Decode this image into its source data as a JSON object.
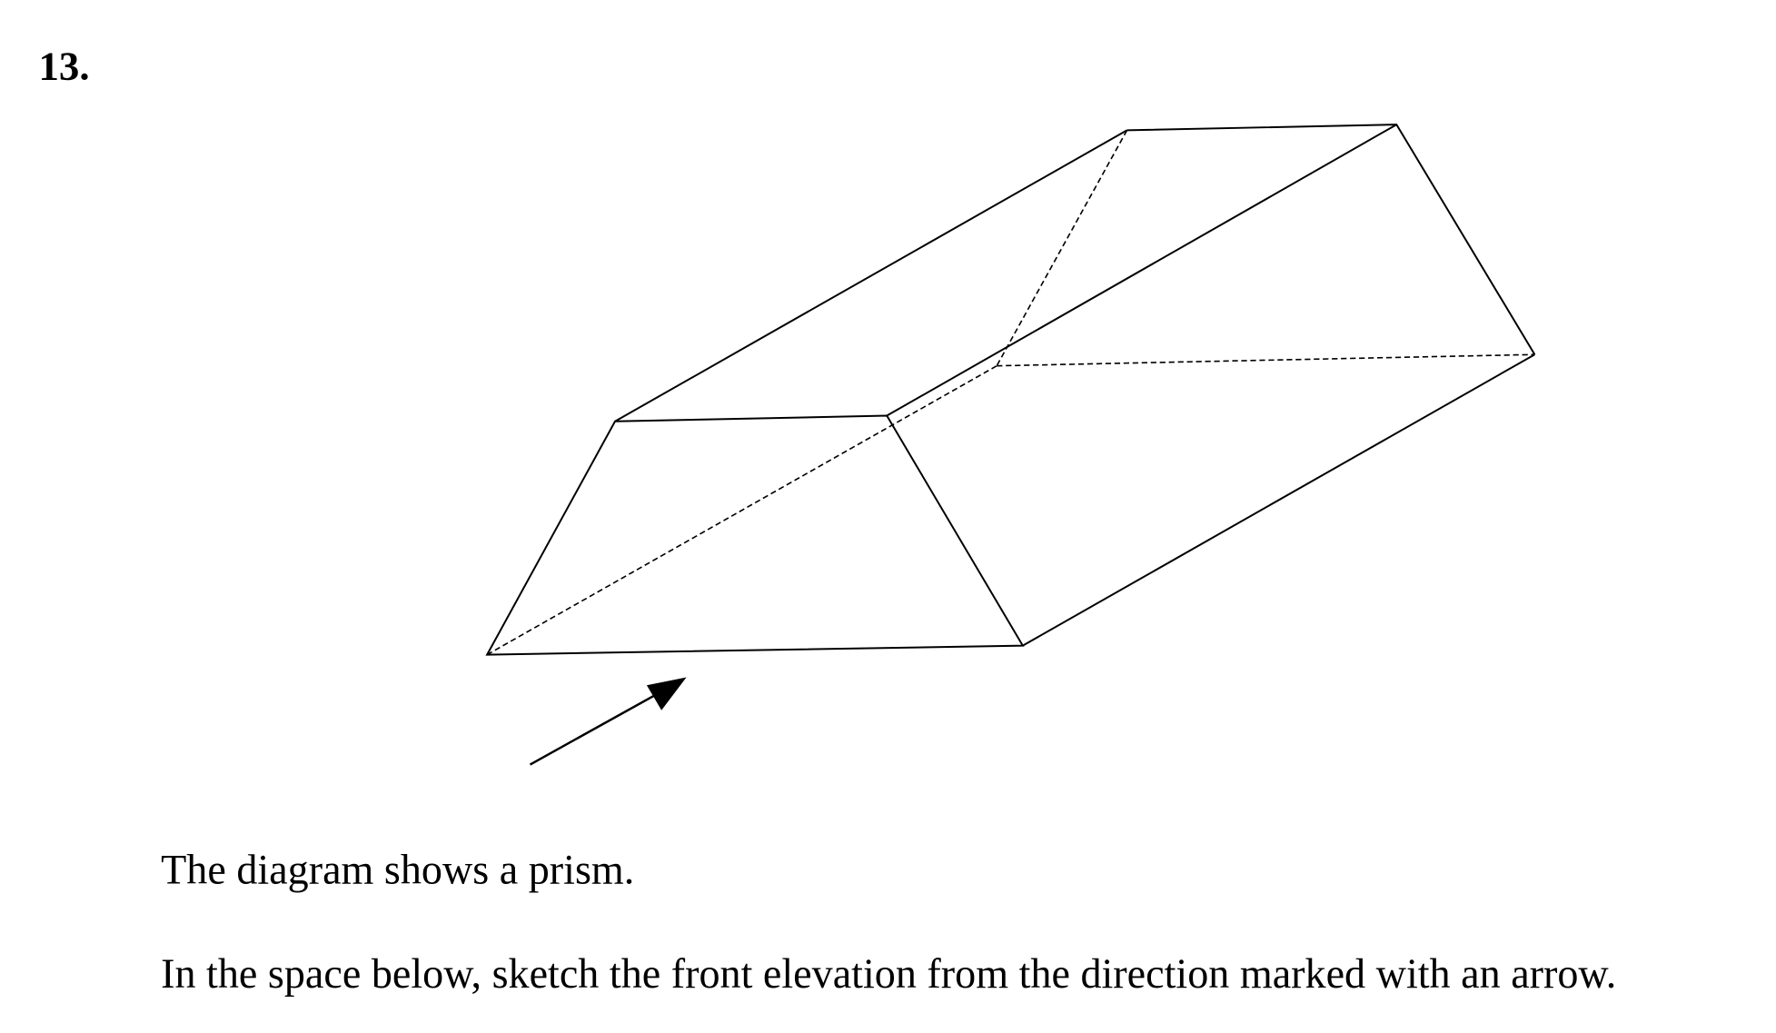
{
  "question": {
    "number": "13.",
    "statement": "The diagram shows a prism.",
    "instruction": "In the space below, sketch the front elevation from the direction marked with an arrow."
  },
  "diagram": {
    "shape": "trapezoidal prism",
    "arrow_icon": "arrow-up-right-icon"
  }
}
